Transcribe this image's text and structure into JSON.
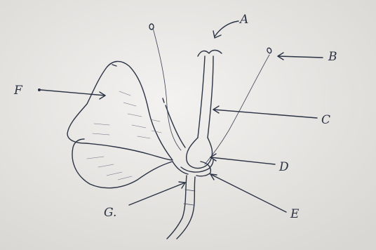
{
  "diagram": {
    "labels": {
      "A": "A",
      "B": "B",
      "C": "C",
      "D": "D",
      "E": "E",
      "F": "F",
      "G": "G."
    }
  },
  "colors": {
    "paper": "#e9e7e4",
    "ink": "#2b3344"
  }
}
